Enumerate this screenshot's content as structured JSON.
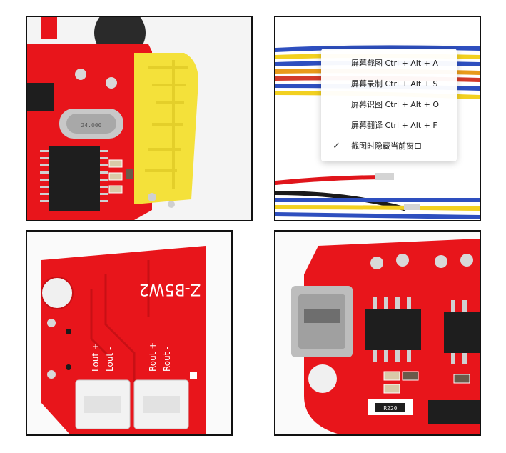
{
  "context_menu": {
    "items": [
      {
        "label": "屏幕截图 Ctrl + Alt + A",
        "checked": false
      },
      {
        "label": "屏幕录制 Ctrl + Alt + S",
        "checked": false
      },
      {
        "label": "屏幕识图 Ctrl + Alt + O",
        "checked": false
      },
      {
        "label": "屏幕翻译 Ctrl + Alt + F",
        "checked": false
      },
      {
        "label": "截图时隐藏当前窗口",
        "checked": true
      }
    ],
    "check_glyph": "✓"
  },
  "board_labels": {
    "model": "Z-B5W2",
    "lout_plus": "Lout +",
    "lout_minus": "Lout -",
    "rout_plus": "Rout +",
    "rout_minus": "Rout -",
    "crystal": "24.000",
    "resistor": "R220"
  },
  "colors": {
    "pcb_red": "#e8151b",
    "antenna_yellow": "#f4e13a",
    "chip_black": "#1e1e1e"
  }
}
